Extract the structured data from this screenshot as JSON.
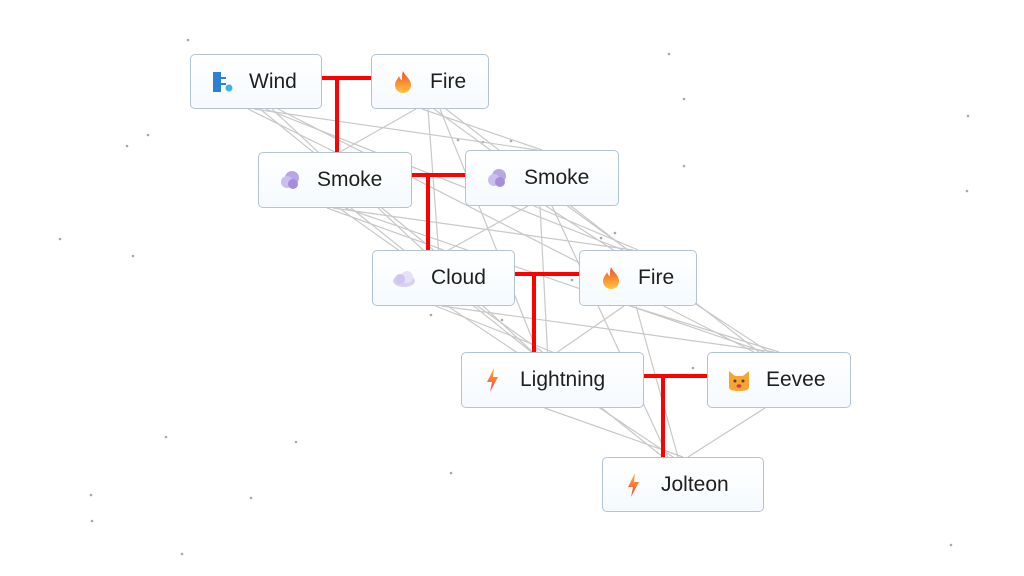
{
  "diagram": {
    "title": "",
    "colors": {
      "recipe_line": "#ff0000",
      "edge_line": "#c8c8c8",
      "node_border": "#b3c3d6",
      "node_text": "#1f1f1f"
    },
    "nodes": [
      {
        "id": "wind",
        "label": "Wind",
        "icon": "wind-icon"
      },
      {
        "id": "fire1",
        "label": "Fire",
        "icon": "fire-icon"
      },
      {
        "id": "smoke1",
        "label": "Smoke",
        "icon": "smoke-icon"
      },
      {
        "id": "smoke2",
        "label": "Smoke",
        "icon": "smoke-icon"
      },
      {
        "id": "cloud",
        "label": "Cloud",
        "icon": "cloud-icon"
      },
      {
        "id": "fire2",
        "label": "Fire",
        "icon": "fire-icon"
      },
      {
        "id": "lightning",
        "label": "Lightning",
        "icon": "lightning-icon"
      },
      {
        "id": "eevee",
        "label": "Eevee",
        "icon": "cat-icon"
      },
      {
        "id": "jolteon",
        "label": "Jolteon",
        "icon": "lightning-icon"
      }
    ],
    "recipes": [
      {
        "inputs": [
          "wind",
          "fire1"
        ],
        "output": "smoke1"
      },
      {
        "inputs": [
          "smoke1",
          "smoke2"
        ],
        "output": "cloud"
      },
      {
        "inputs": [
          "cloud",
          "fire2"
        ],
        "output": "lightning"
      },
      {
        "inputs": [
          "lightning",
          "eevee"
        ],
        "output": "jolteon"
      }
    ]
  }
}
